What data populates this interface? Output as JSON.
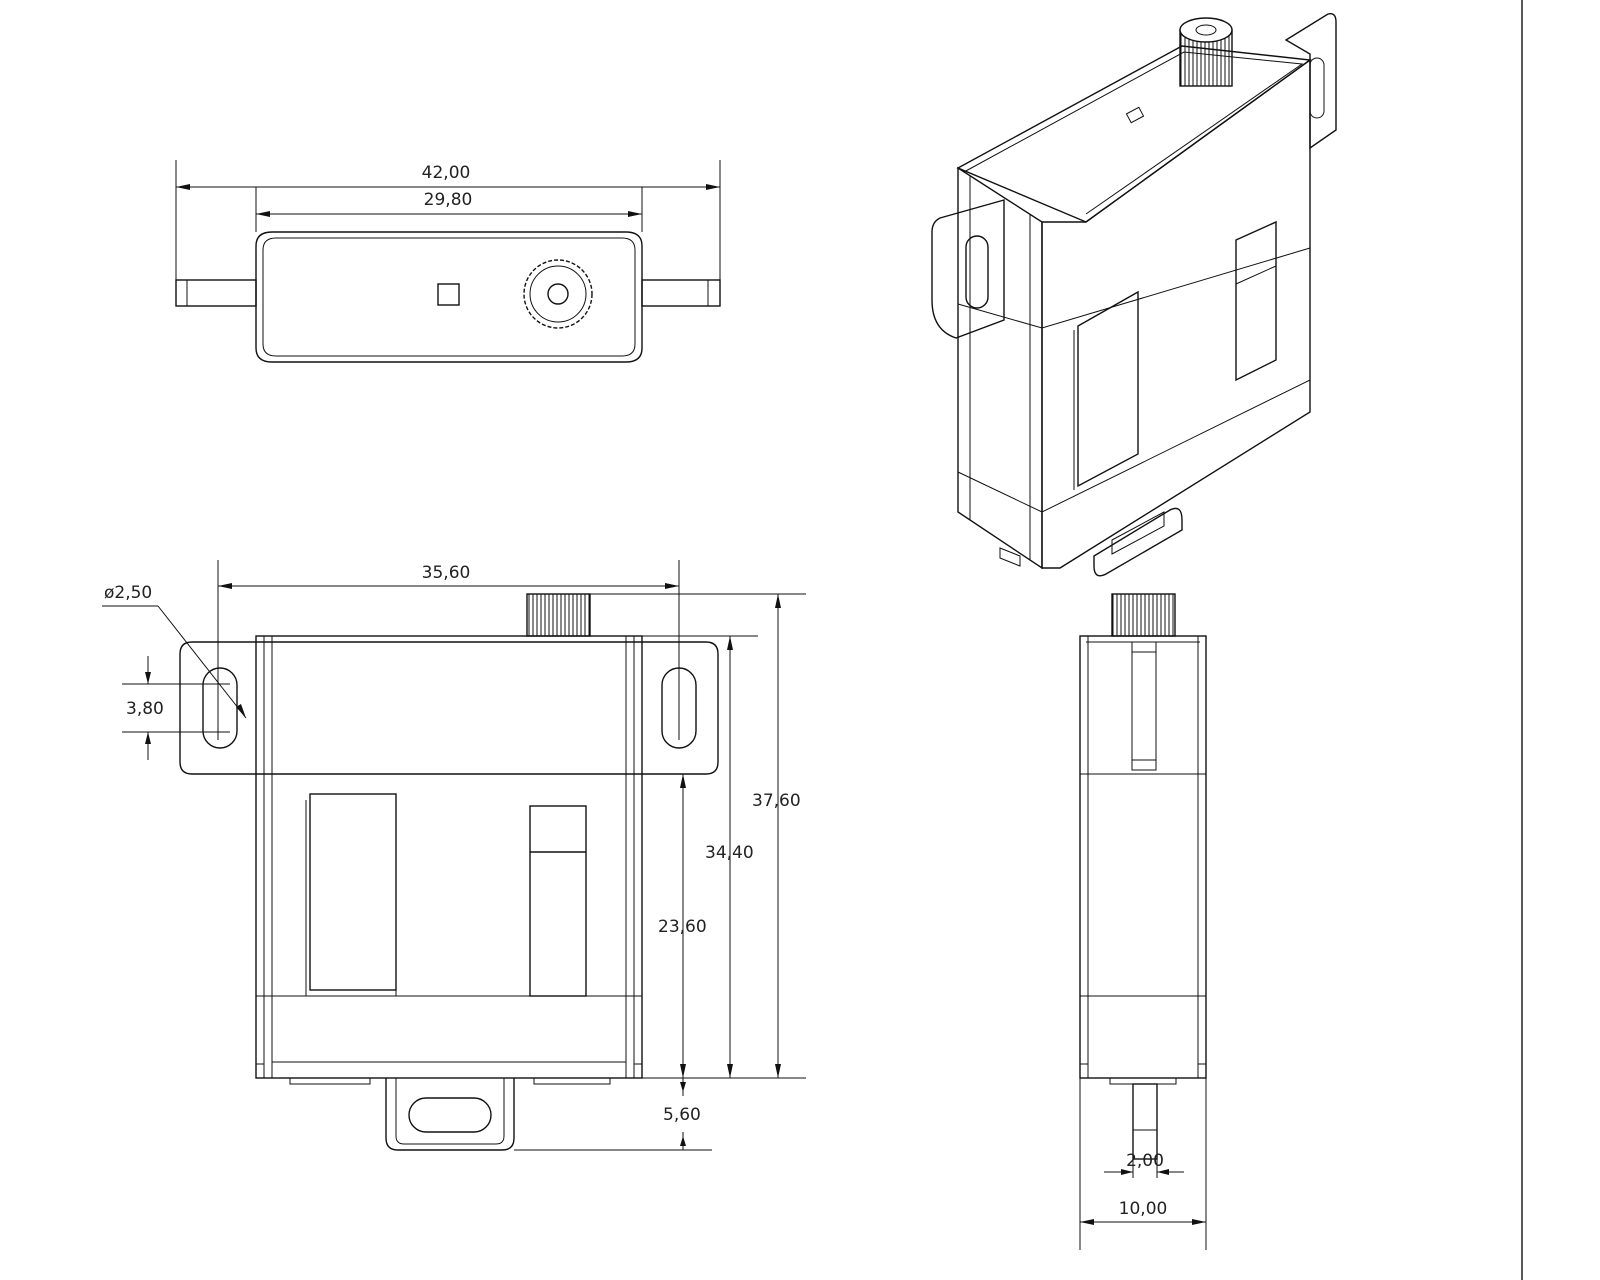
{
  "drawing": {
    "colors": {
      "line": "#111111",
      "background": "#ffffff"
    },
    "top_view": {
      "overall_width": "42,00",
      "body_width": "29,80"
    },
    "front_view": {
      "hole_diameter": "ø2,50",
      "slot_length": "3,80",
      "hole_spacing": "35,60",
      "total_height": "37,60",
      "height_to_tabs": "34,40",
      "lower_height": "23,60",
      "bottom_tab": "5,60"
    },
    "side_view": {
      "tab_thickness": "2,00",
      "body_thickness": "10,00"
    }
  }
}
